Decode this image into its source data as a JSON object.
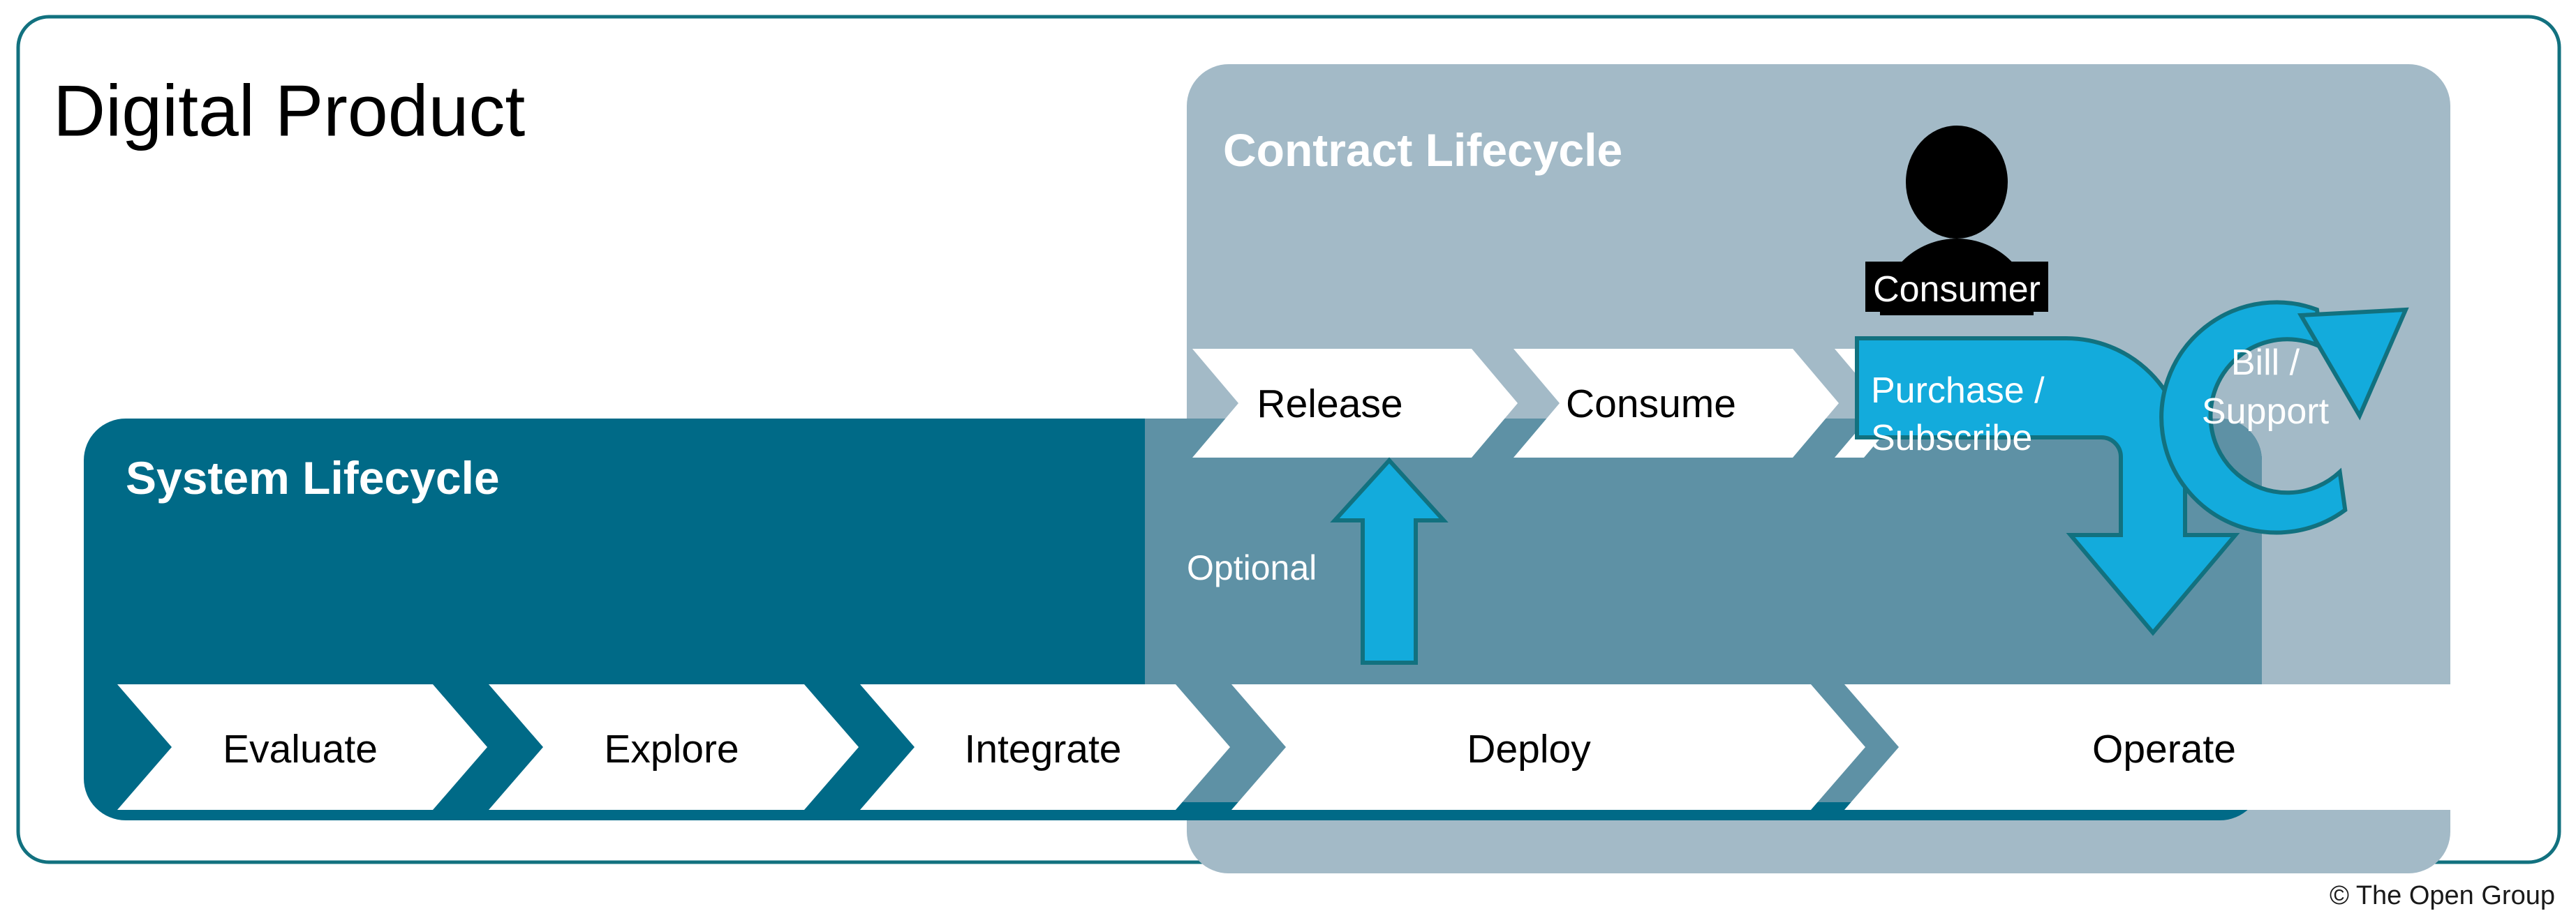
{
  "diagram": {
    "title": "Digital Product",
    "copyright": "© The Open Group",
    "colors": {
      "frame_border": "#12717F",
      "system_lifecycle_panel": "#006A87",
      "contract_lifecycle_panel": "#A3BAC7",
      "overlap_panel": "#5E91A5",
      "accent_blue": "#13ABDC",
      "accent_blue_outline": "#12717F",
      "chevron_fill": "#FFFFFF",
      "chevron_text": "#000000",
      "lane_title_text": "#FFFFFF"
    },
    "lanes": [
      {
        "id": "contract-lifecycle",
        "label": "Contract Lifecycle",
        "steps": [
          "Release",
          "Consume"
        ]
      },
      {
        "id": "system-lifecycle",
        "label": "System Lifecycle",
        "steps": [
          "Evaluate",
          "Explore",
          "Integrate",
          "Deploy",
          "Operate"
        ]
      }
    ],
    "system_steps": [
      {
        "label": "Evaluate"
      },
      {
        "label": "Explore"
      },
      {
        "label": "Integrate"
      },
      {
        "label": "Deploy"
      },
      {
        "label": "Operate"
      }
    ],
    "contract_steps": [
      {
        "label": "Release"
      },
      {
        "label": "Consume"
      }
    ],
    "actor": {
      "role": "Consumer",
      "icon": "person-icon"
    },
    "annotations": [
      {
        "id": "optional",
        "label": "Optional",
        "icon": "up-arrow-icon"
      },
      {
        "id": "purchase-subscribe",
        "label_line_1": "Purchase /",
        "label_line_2": "Subscribe",
        "icon": "bent-down-arrow-icon"
      },
      {
        "id": "bill-support",
        "label_line_1": "Bill /",
        "label_line_2": "Support",
        "icon": "circular-arrow-icon"
      }
    ]
  }
}
